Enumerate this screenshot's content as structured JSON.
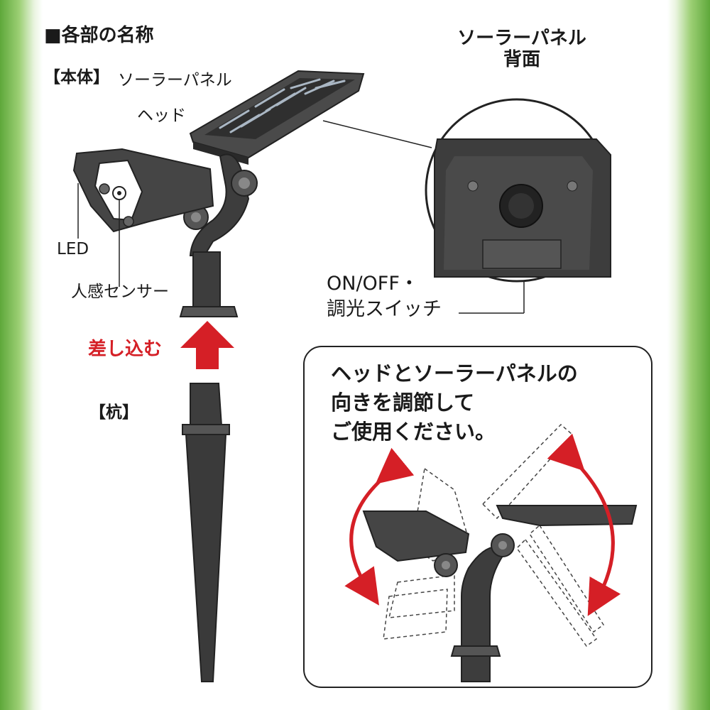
{
  "heading": "■各部の名称",
  "section_body": "【本体】",
  "section_stake": "【杭】",
  "labels": {
    "solar_panel": "ソーラーパネル",
    "head": "ヘッド",
    "led": "LED",
    "motion_sensor": "人感センサー",
    "insert": "差し込む"
  },
  "panel_back": {
    "line1": "ソーラーパネル",
    "line2": "背面"
  },
  "switch": {
    "line1": "ON/OFF・",
    "line2": "調光スイッチ"
  },
  "note": {
    "line1": "ヘッドとソーラーパネルの",
    "line2": "向きを調節して",
    "line3": "ご使用ください。"
  },
  "colors": {
    "accent_red": "#d51f26",
    "body_dark": "#3d3d3d",
    "border_green": "#5ea83a"
  }
}
